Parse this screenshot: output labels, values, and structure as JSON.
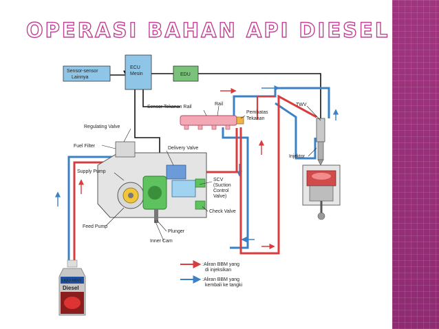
{
  "title": "OPERASI BAHAN API DIESEL",
  "boxes": {
    "sensor": [
      "Sensor-sensor",
      "Lainnya"
    ],
    "ecu": [
      "ECU",
      "Mesin"
    ],
    "edu": "EDU"
  },
  "labels": {
    "sensor_rail": "Sensor Tekanan Rail",
    "rail": "Rail",
    "pembatas": [
      "Pembatas",
      "Tekanan"
    ],
    "twv": "TWV",
    "regulating": "Regulating Valve",
    "fuel_filter": "Fuel Filter",
    "delivery": "Delivery Valve",
    "supply_pump": "Supply Pump",
    "scv": [
      "SCV",
      "(Suction",
      "Control",
      "Valve)"
    ],
    "check_valve": "Check Valve",
    "injektor": "Injektor",
    "feed_pump": "Feed Pump",
    "plunger": "Plunger",
    "inner_cam": "Inner Cam"
  },
  "legend": [
    {
      "lines": [
        ":Aliran BBM yang",
        "di injeksikan"
      ],
      "color": "#d83c3c"
    },
    {
      "lines": [
        ":Aliran BBM yang",
        "kembali ke tangki"
      ],
      "color": "#3b82c4"
    }
  ],
  "bottle": {
    "brand": "LIQUI MOLY",
    "name": "Diesel"
  },
  "colors": {
    "accent": "#c23f93",
    "sidebar": "#9a3179",
    "feed_flow": "#d83c3c",
    "return_flow": "#3b82c4",
    "box_fill": "#8fc6e8",
    "edu_fill": "#7ac27a"
  }
}
